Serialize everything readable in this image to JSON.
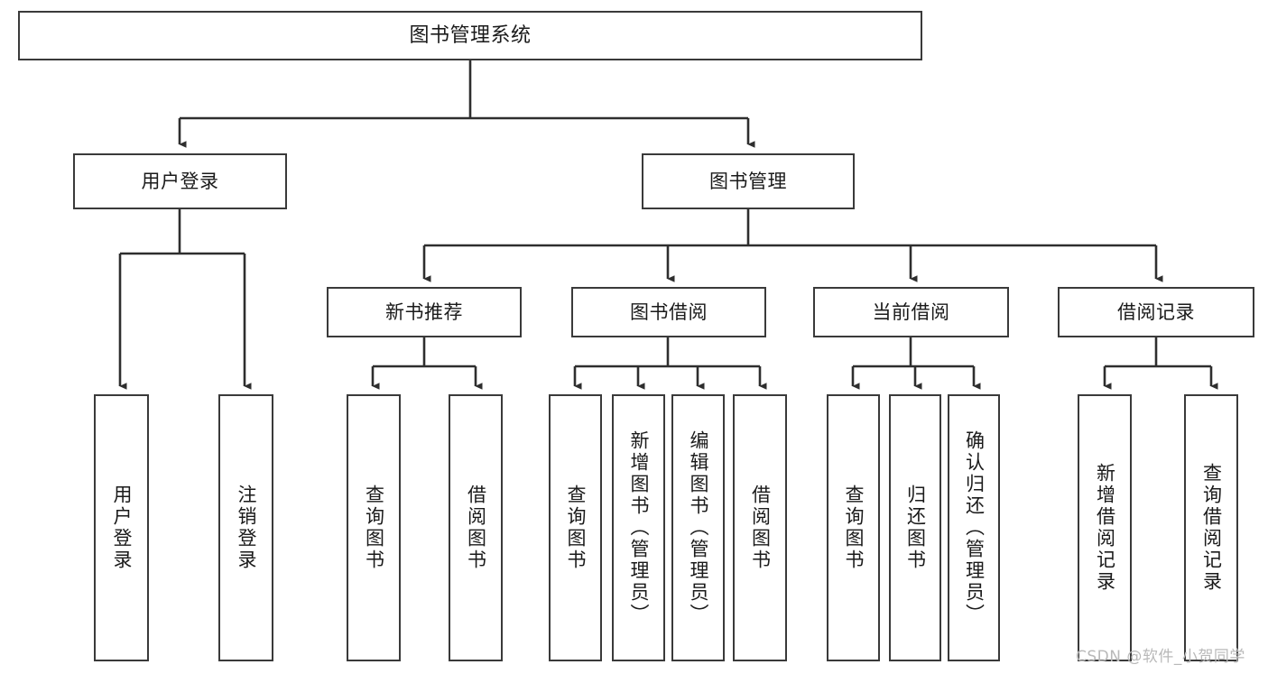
{
  "diagram": {
    "type": "tree-hierarchy-diagram",
    "root": {
      "label": "图书管理系统"
    },
    "level2": [
      {
        "label": "用户登录"
      },
      {
        "label": "图书管理"
      }
    ],
    "level3": [
      {
        "label": "新书推荐"
      },
      {
        "label": "图书借阅"
      },
      {
        "label": "当前借阅"
      },
      {
        "label": "借阅记录"
      }
    ],
    "leaves": {
      "user_login": [
        {
          "label": "用户登录"
        },
        {
          "label": "注销登录"
        }
      ],
      "new_book_recommend": [
        {
          "label": "查询图书"
        },
        {
          "label": "借阅图书"
        }
      ],
      "book_borrow": [
        {
          "label": "查询图书"
        },
        {
          "label": "新增图书（管理员）"
        },
        {
          "label": "编辑图书（管理员）"
        },
        {
          "label": "借阅图书"
        }
      ],
      "current_borrow": [
        {
          "label": "查询图书"
        },
        {
          "label": "归还图书"
        },
        {
          "label": "确认归还（管理员）"
        }
      ],
      "borrow_record": [
        {
          "label": "新增借阅记录"
        },
        {
          "label": "查询借阅记录"
        }
      ]
    }
  },
  "watermark": {
    "text": "CSDN @软件_小贺同学"
  },
  "colors": {
    "stroke": "#3a3a3a",
    "fill": "#ffffff",
    "text": "#1a1a1a",
    "watermark": "#b9b9b9"
  }
}
